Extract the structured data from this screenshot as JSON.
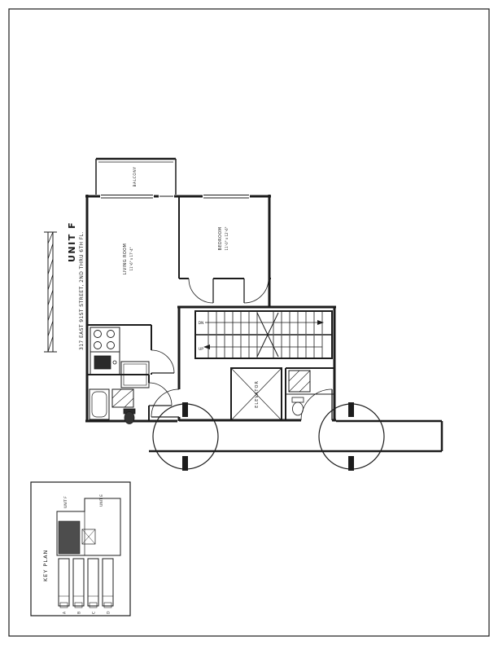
{
  "drawing": {
    "unit_title": "UNIT F",
    "address_line": "317 EAST 91ST STREET, 2ND THRU 6TH FL.",
    "rooms": {
      "balcony": "BALCONY",
      "living_room": "LIVING ROOM",
      "living_room_dims": "11'-6\" x 17'-4\"",
      "bedroom": "BEDROOM",
      "bedroom_dims": "11'-0\" x 12'-6\"",
      "elevator": "ELEVATOR"
    },
    "stairs": {
      "up": "UP",
      "dn": "DN"
    },
    "key_plan": {
      "title": "KEY PLAN",
      "unit_f": "UNIT F",
      "unit_e": "UNIT E",
      "letters": [
        "A",
        "B",
        "C",
        "D"
      ],
      "highlight_color": "#4d4d4d"
    },
    "colors": {
      "ink": "#1c1c1c",
      "paper": "#ffffff"
    }
  }
}
